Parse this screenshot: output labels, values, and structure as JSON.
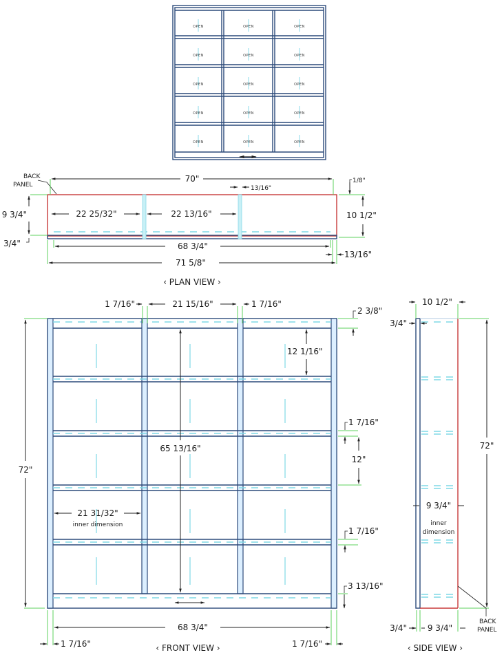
{
  "top_view": {
    "rows": 5,
    "cols": 3,
    "door_label": "OPEN"
  },
  "plan_view": {
    "title": "‹ PLAN VIEW ›",
    "back_panel_label_line1": "BACK",
    "back_panel_label_line2": "PANEL",
    "dims": {
      "overall_top": "70\"",
      "divider_thickness": "13/16\"",
      "back_offset": "1/8\"",
      "depth_left": "9 3/4\"",
      "bottom_offset": "3/4\"",
      "bay_left": "22 25/32\"",
      "bay_middle": "22 13/16\"",
      "depth_right": "10 1/2\"",
      "inner_width": "68 3/4\"",
      "right_gap": "13/16\"",
      "overall_bottom": "71 5/8\""
    }
  },
  "front_view": {
    "title": "‹ FRONT VIEW ›",
    "dims": {
      "top_left_post": "1 7/16\"",
      "top_middle_bay": "21 15/16\"",
      "top_right_post": "1 7/16\"",
      "top_rail": "2 3/8\"",
      "compartment_height": "12 1/16\"",
      "shelf_thickness_1": "1 7/16\"",
      "shelf_spacing": "12\"",
      "shelf_thickness_2": "1 7/16\"",
      "bottom_rail": "3 13/16\"",
      "overall_height": "72\"",
      "inner_height": "65 13/16\"",
      "bay_width": "21 31/32\"",
      "bay_width_note": "inner dimension",
      "inner_width": "68 3/4\"",
      "bottom_left_post": "1 7/16\"",
      "bottom_right_post": "1 7/16\""
    }
  },
  "side_view": {
    "title": "‹ SIDE VIEW ›",
    "back_panel_label_line1": "BACK",
    "back_panel_label_line2": "PANEL",
    "dims": {
      "overall_depth": "10 1/2\"",
      "front_thickness": "3/4\"",
      "overall_height": "72\"",
      "inner_depth": "9 3/4\"",
      "inner_note_line1": "inner",
      "inner_note_line2": "dimension",
      "bottom_front": "3/4\"",
      "bottom_inner": "9 3/4\""
    }
  }
}
